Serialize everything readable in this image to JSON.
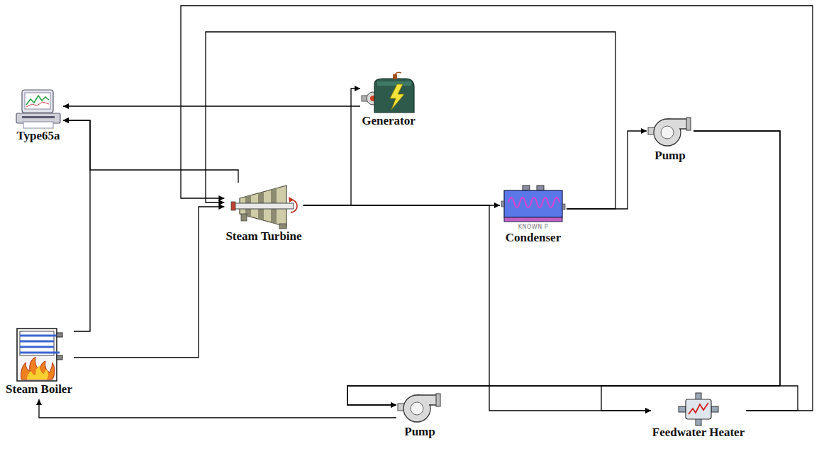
{
  "diagram": {
    "nodes": [
      {
        "text": [
          "Type65a"
        ]
      },
      {
        "text": [
          "Generator"
        ]
      },
      {
        "text": [
          "Steam Turbine"
        ]
      },
      {
        "text": [
          "KNOWN P",
          "Condenser"
        ]
      },
      {
        "text": [
          "Pump"
        ]
      },
      {
        "text": [
          "Steam Boiler"
        ]
      },
      {
        "text": [
          "Pump"
        ]
      },
      {
        "text": [
          "Feedwater Heater"
        ]
      }
    ],
    "edges": [
      {
        "from": 1,
        "to": 0,
        "arrow": "to"
      },
      {
        "from": 2,
        "to": 1,
        "arrow": "to"
      },
      {
        "from": 2,
        "to": 3,
        "arrow": "to"
      },
      {
        "from": 2,
        "to": 7,
        "arrow": "to"
      },
      {
        "from": 3,
        "to": 4,
        "arrow": "to"
      },
      {
        "from": 3,
        "to": 2,
        "arrow": "to"
      },
      {
        "from": 4,
        "to": 6,
        "arrow": "to"
      },
      {
        "from": 4,
        "to": 7,
        "arrow": "to"
      },
      {
        "from": 7,
        "to": 6,
        "arrow": "to"
      },
      {
        "from": 7,
        "to": 2,
        "arrow": "to"
      },
      {
        "from": 6,
        "to": 5,
        "arrow": "to"
      },
      {
        "from": 5,
        "to": 2,
        "arrow": "to"
      },
      {
        "from": 5,
        "to": 0,
        "arrow": "to"
      },
      {
        "from": 2,
        "to": 0,
        "arrow": "to"
      }
    ]
  }
}
